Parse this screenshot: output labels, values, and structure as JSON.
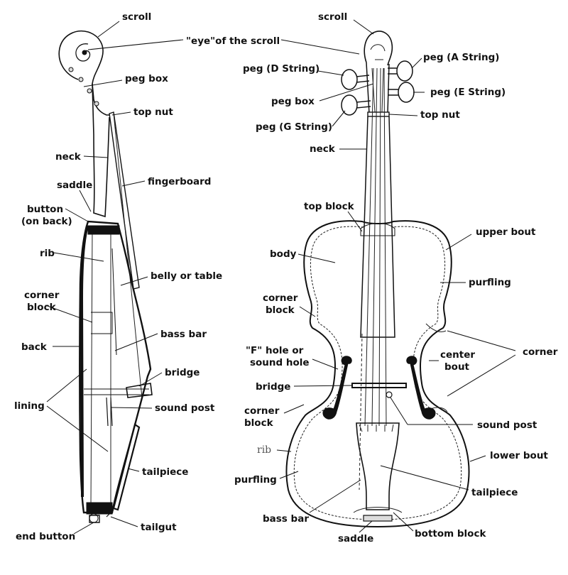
{
  "labels": {
    "side_scroll": "scroll",
    "side_eye": "\"eye\"of the scroll",
    "side_pegbox": "peg box",
    "side_topnut": "top nut",
    "side_neck": "neck",
    "side_fingerboard": "fingerboard",
    "side_saddle": "saddle",
    "side_button_1": "button",
    "side_button_2": "(on back)",
    "side_rib": "rib",
    "side_belly": "belly or table",
    "side_cornerblock_1": "corner",
    "side_cornerblock_2": "block",
    "side_bassbar": "bass bar",
    "side_back": "back",
    "side_bridge": "bridge",
    "side_lining": "lining",
    "side_soundpost": "sound post",
    "side_tailpiece": "tailpiece",
    "side_endbutton": "end button",
    "side_tailgut": "tailgut",
    "front_scroll": "scroll",
    "front_peg_a": "peg (A String)",
    "front_peg_d": "peg (D String)",
    "front_pegbox": "peg box",
    "front_peg_e": "peg (E String)",
    "front_topnut": "top nut",
    "front_peg_g": "peg (G String)",
    "front_neck": "neck",
    "front_topblock": "top block",
    "front_upperbout": "upper bout",
    "front_body": "body",
    "front_purfling_upper": "purfling",
    "front_cornerblock_upper_1": "corner",
    "front_cornerblock_upper_2": "block",
    "front_corner": "corner",
    "front_fhole_1": "\"F\" hole or",
    "front_fhole_2": "sound hole",
    "front_centerbout_1": "center",
    "front_centerbout_2": "bout",
    "front_bridge": "bridge",
    "front_cornerblock_lower_1": "corner",
    "front_cornerblock_lower_2": "block",
    "front_soundpost": "sound post",
    "front_rib": "rib",
    "front_lowerbout": "lower bout",
    "front_purfling_lower": "purfling",
    "front_tailpiece": "tailpiece",
    "front_bassbar": "bass bar",
    "front_bottomblock": "bottom block",
    "front_saddle": "saddle"
  }
}
